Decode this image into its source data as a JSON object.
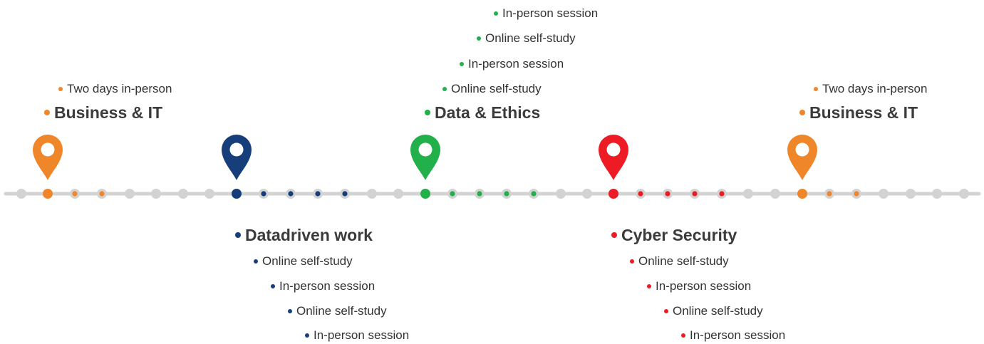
{
  "colors": {
    "orange": "#f0862a",
    "navy": "#163e7a",
    "green": "#22b04b",
    "red": "#ed1c24",
    "track": "#d3d3d3"
  },
  "milestones": [
    {
      "title": "Business & IT",
      "color": "#f0862a",
      "icon": "map-pin-icon",
      "items": [
        "Two days in-person"
      ]
    },
    {
      "title": "Datadriven work",
      "color": "#163e7a",
      "icon": "map-pin-icon",
      "items": [
        "Online self-study",
        "In-person session",
        "Online self-study",
        "In-person session"
      ]
    },
    {
      "title": "Data & Ethics",
      "color": "#22b04b",
      "icon": "map-pin-icon",
      "items": [
        "Online self-study",
        "In-person session",
        "Online self-study",
        "In-person session"
      ]
    },
    {
      "title": "Cyber Security",
      "color": "#ed1c24",
      "icon": "map-pin-icon",
      "items": [
        "Online self-study",
        "In-person session",
        "Online self-study",
        "In-person session"
      ]
    },
    {
      "title": "Business & IT",
      "color": "#f0862a",
      "icon": "map-pin-icon",
      "items": [
        "Two days in-person"
      ]
    }
  ]
}
